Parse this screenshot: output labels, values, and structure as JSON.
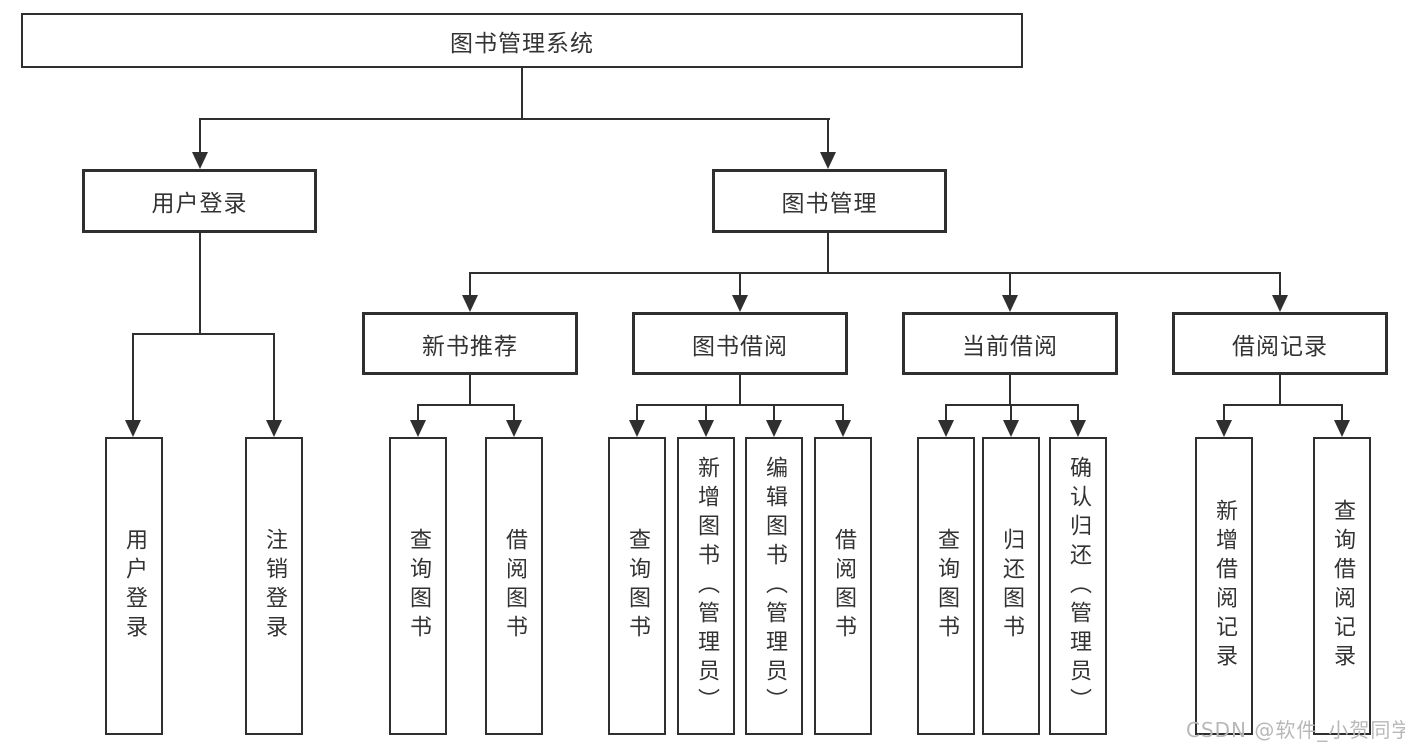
{
  "diagram": {
    "root": "图书管理系统",
    "branches": [
      {
        "label": "用户登录",
        "children": [
          "用户登录",
          "注销登录"
        ]
      },
      {
        "label": "图书管理",
        "groups": [
          {
            "label": "新书推荐",
            "children": [
              "查询图书",
              "借阅图书"
            ]
          },
          {
            "label": "图书借阅",
            "children": [
              "查询图书",
              "新增图书（管理员）",
              "编辑图书（管理员）",
              "借阅图书"
            ]
          },
          {
            "label": "当前借阅",
            "children": [
              "查询图书",
              "归还图书",
              "确认归还（管理员）"
            ]
          },
          {
            "label": "借阅记录",
            "children": [
              "新增借阅记录",
              "查询借阅记录"
            ]
          }
        ]
      }
    ]
  },
  "watermark": "CSDN @软件_小贺同学",
  "colors": {
    "line": "#2f2f2f",
    "text": "#333333",
    "box_background": "#ffffff",
    "watermark": "#b8b8b8",
    "background": "#ffffff"
  }
}
